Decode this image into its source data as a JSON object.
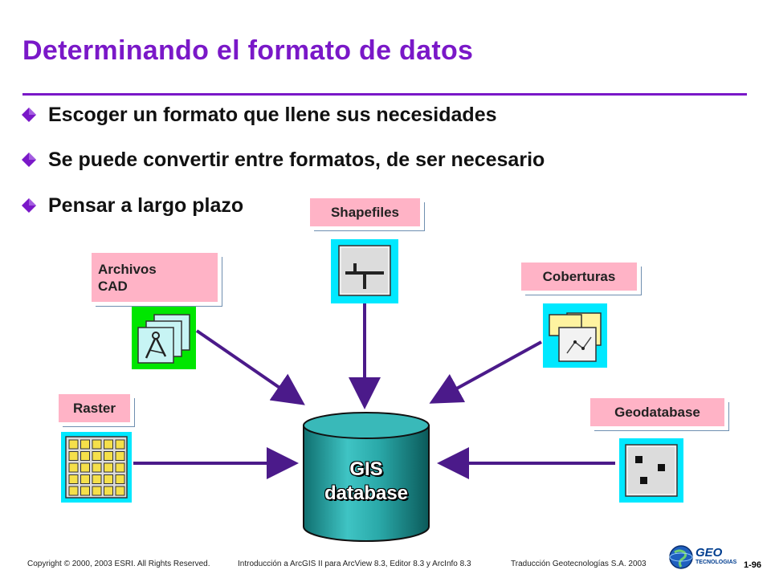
{
  "title": "Determinando el formato de datos",
  "bullets": [
    "Escoger un formato que llene sus necesidades",
    "Se puede convertir entre formatos, de ser necesario",
    "Pensar a largo plazo"
  ],
  "formats": {
    "shapefiles": "Shapefiles",
    "cad": "Archivos\nCAD",
    "coverages": "Coberturas",
    "raster": "Raster",
    "geodatabase": "Geodatabase"
  },
  "database": {
    "line1": "GIS",
    "line2": "database"
  },
  "footer": {
    "copyright": "Copyright © 2000, 2003 ESRI.  All Rights Reserved.",
    "course": "Introducción a ArcGIS II para ArcView 8.3, Editor 8.3 y ArcInfo 8.3",
    "translation": "Traducción Geotecnologías S.A.  2003",
    "page": "1-96",
    "logo": "GEO",
    "logo_sub": "TECNOLOGIAS"
  },
  "colors": {
    "accent": "#7a18c8",
    "arrow": "#4b1a8a",
    "tag_fill": "#ffb3c6",
    "icon_cyan": "#00e8ff",
    "icon_green": "#00e600",
    "cylinder": "#2aa9a9"
  }
}
